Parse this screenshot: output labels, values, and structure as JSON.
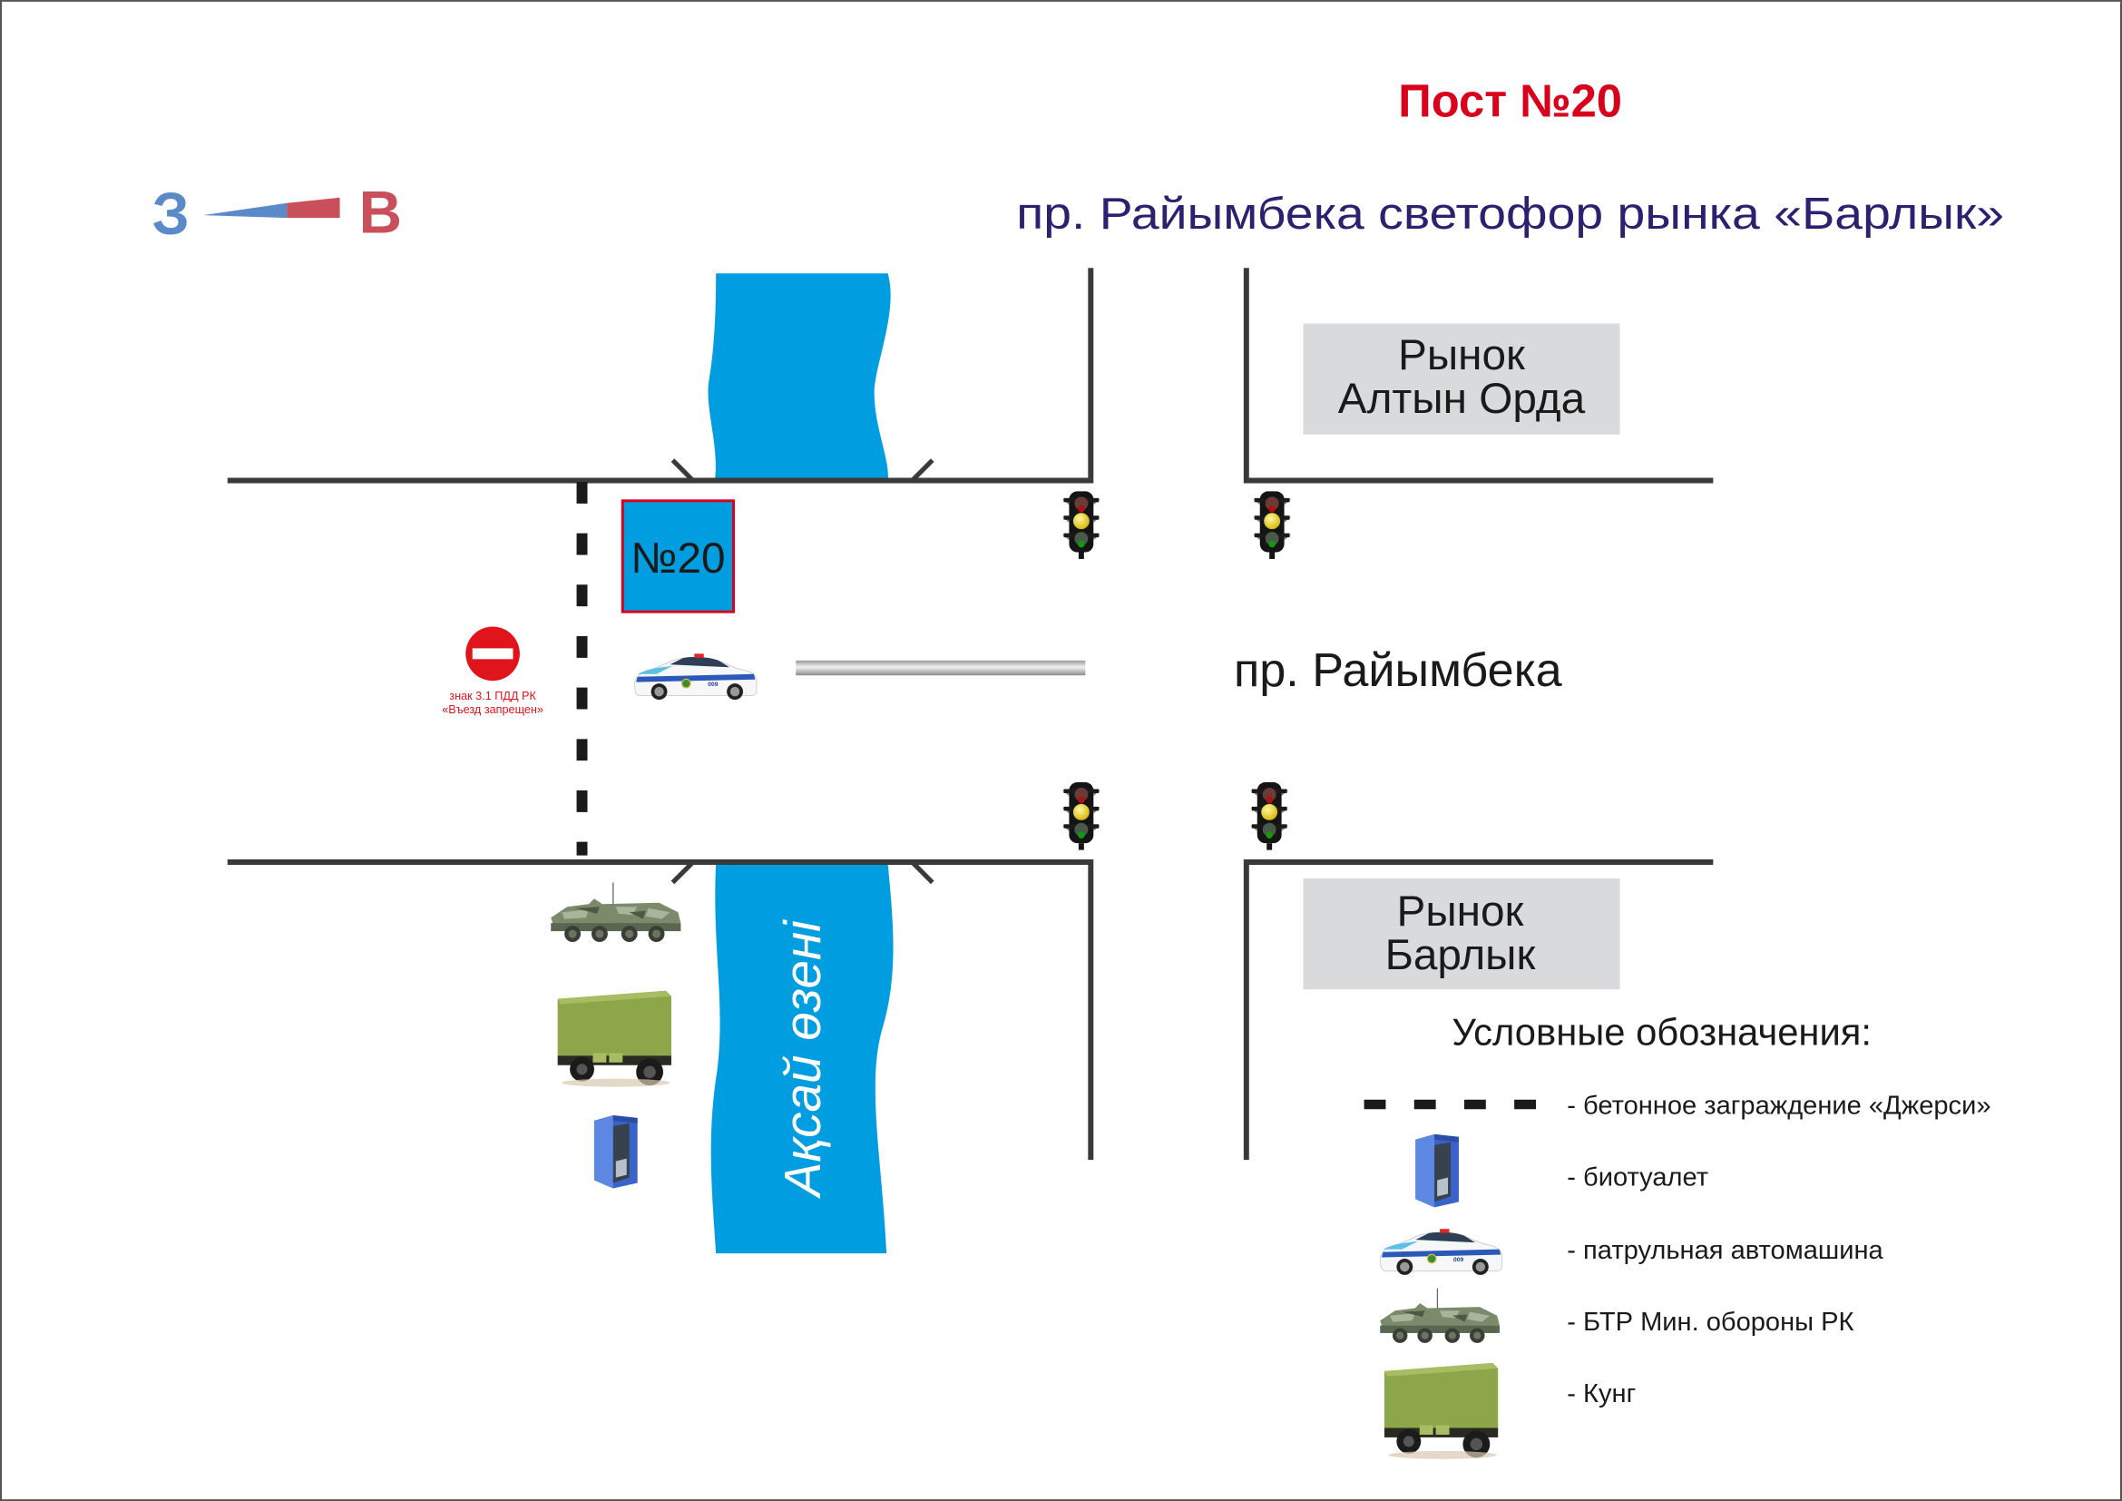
{
  "title": "Пост №20",
  "subtitle": "пр. Райымбека светофор рынка «Барлык»",
  "compass": {
    "west": "З",
    "east": "В",
    "west_color": "#5b8ac9",
    "east_color": "#c9505a"
  },
  "colors": {
    "title": "#d9001b",
    "subtitle": "#2b2170",
    "river": "#009ee0",
    "road_line": "#3a3a3a",
    "market_box": "#d9dadb",
    "post_border": "#d9001b"
  },
  "post_box": {
    "label": "№20"
  },
  "street_label": "пр. Райымбека",
  "river_label": "Ақсай өзені",
  "no_entry_sign": {
    "line1": "знак 3.1 ПДД РК",
    "line2": "«Въезд запрещен»"
  },
  "markets": [
    {
      "line1": "Рынок",
      "line2": "Алтын Орда"
    },
    {
      "line1": "Рынок",
      "line2": "Барлык"
    }
  ],
  "legend": {
    "title": "Условные обозначения:",
    "items": [
      {
        "icon": "jersey-barrier-icon",
        "label": "- бетонное заграждение «Джерси»"
      },
      {
        "icon": "portable-toilet-icon",
        "label": "- биотуалет"
      },
      {
        "icon": "patrol-car-icon",
        "label": "- патрульная автомашина"
      },
      {
        "icon": "apc-icon",
        "label": "- БТР Мин. обороны РК"
      },
      {
        "icon": "kung-trailer-icon",
        "label": "- Кунг"
      }
    ]
  },
  "traffic_lights": [
    {
      "position": "north-west",
      "active": "yellow"
    },
    {
      "position": "north-east",
      "active": "yellow"
    },
    {
      "position": "south-west",
      "active": "yellow"
    },
    {
      "position": "south-east",
      "active": "yellow"
    }
  ]
}
